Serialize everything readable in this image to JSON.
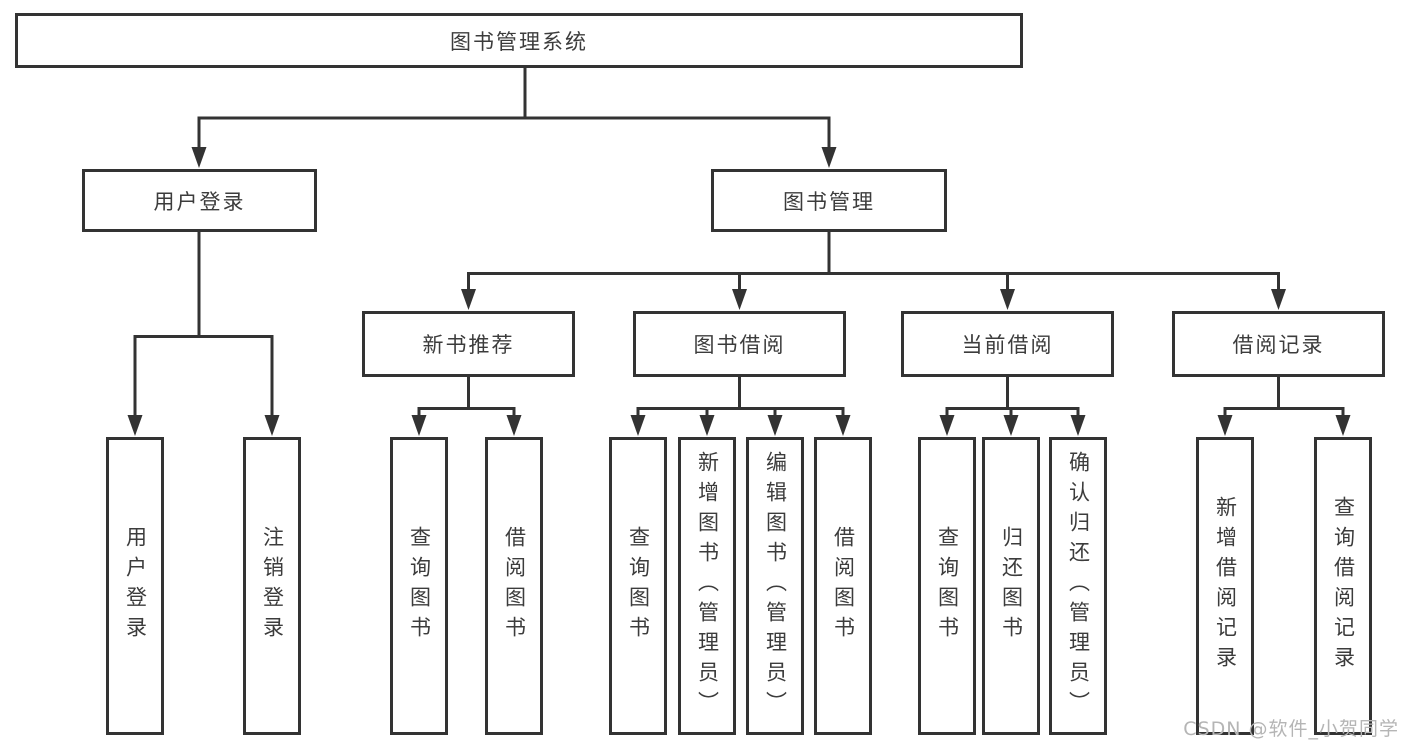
{
  "diagram": {
    "title": "图书管理系统",
    "tree": {
      "root": "图书管理系统",
      "branches": [
        {
          "label": "用户登录",
          "children": [
            "用户登录",
            "注销登录"
          ]
        },
        {
          "label": "图书管理",
          "sections": [
            {
              "label": "新书推荐",
              "children": [
                "查询图书",
                "借阅图书"
              ]
            },
            {
              "label": "图书借阅",
              "children": [
                "查询图书",
                "新增图书（管理员）",
                "编辑图书（管理员）",
                "借阅图书"
              ]
            },
            {
              "label": "当前借阅",
              "children": [
                "查询图书",
                "归还图书",
                "确认归还（管理员）"
              ]
            },
            {
              "label": "借阅记录",
              "children": [
                "新增借阅记录",
                "查询借阅记录"
              ]
            }
          ]
        }
      ]
    },
    "colors": {
      "line": "#333333",
      "box_border": "#333333",
      "text": "#3c3c3c",
      "background": "#ffffff",
      "watermark": "#b5b5b5"
    }
  },
  "watermark": {
    "text": "CSDN @软件_小贺同学"
  }
}
